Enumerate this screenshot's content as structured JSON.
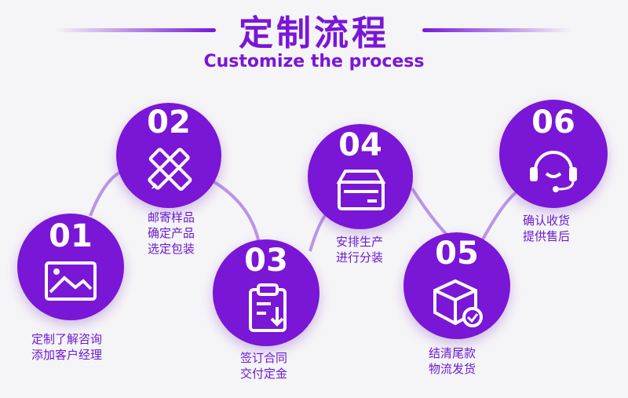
{
  "title": "定制流程",
  "subtitle": "Customize the process",
  "colors": {
    "accent": "#7a16d6",
    "background": "#f5f4f7"
  },
  "steps": [
    {
      "number": "01",
      "icon": "image-icon",
      "line1": "定制了解咨询",
      "line2": "添加客户经理"
    },
    {
      "number": "02",
      "icon": "pencil-ruler-icon",
      "line1": "邮寄样品",
      "line2": "确定产品",
      "line3": "选定包装"
    },
    {
      "number": "03",
      "icon": "clipboard-icon",
      "line1": "签订合同",
      "line2": "交付定金"
    },
    {
      "number": "04",
      "icon": "box-icon",
      "line1": "安排生产",
      "line2": "进行分装"
    },
    {
      "number": "05",
      "icon": "package-check-icon",
      "line1": "结清尾款",
      "line2": "物流发货"
    },
    {
      "number": "06",
      "icon": "headset-icon",
      "line1": "确认收货",
      "line2": "提供售后"
    }
  ]
}
